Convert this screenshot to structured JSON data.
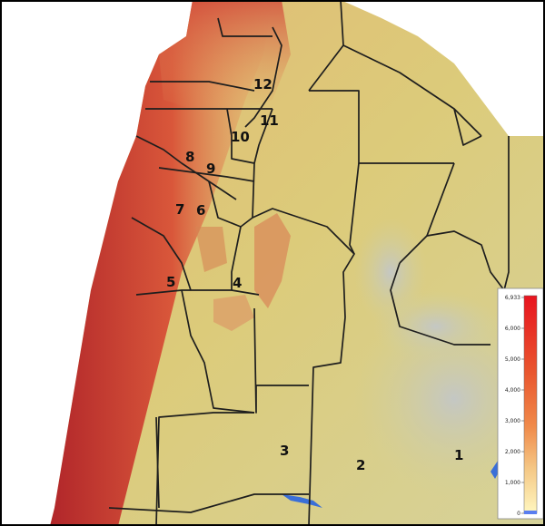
{
  "regions": [
    {
      "id": 1,
      "label": "1"
    },
    {
      "id": 2,
      "label": "2"
    },
    {
      "id": 3,
      "label": "3"
    },
    {
      "id": 4,
      "label": "4"
    },
    {
      "id": 5,
      "label": "5"
    },
    {
      "id": 6,
      "label": "6"
    },
    {
      "id": 7,
      "label": "7"
    },
    {
      "id": 8,
      "label": "8"
    },
    {
      "id": 9,
      "label": "9"
    },
    {
      "id": 10,
      "label": "10"
    },
    {
      "id": 11,
      "label": "11"
    },
    {
      "id": 12,
      "label": "12"
    }
  ],
  "legend": {
    "ticks": [
      "6,933",
      "6,000",
      "5,000",
      "4,000",
      "3,000",
      "2,000",
      "1,000",
      "0"
    ],
    "colors": {
      "top": "#e8141f",
      "mid": "#f08a4a",
      "low": "#f5c987",
      "bottom": "#fff7c0"
    }
  },
  "colors": {
    "frame": "#000000",
    "plain": "#d9c976",
    "lowland": "#c9ccc6",
    "mountain": "#c63a2f",
    "water": "#3a6fd8",
    "boundary": "#1e1e1e"
  }
}
